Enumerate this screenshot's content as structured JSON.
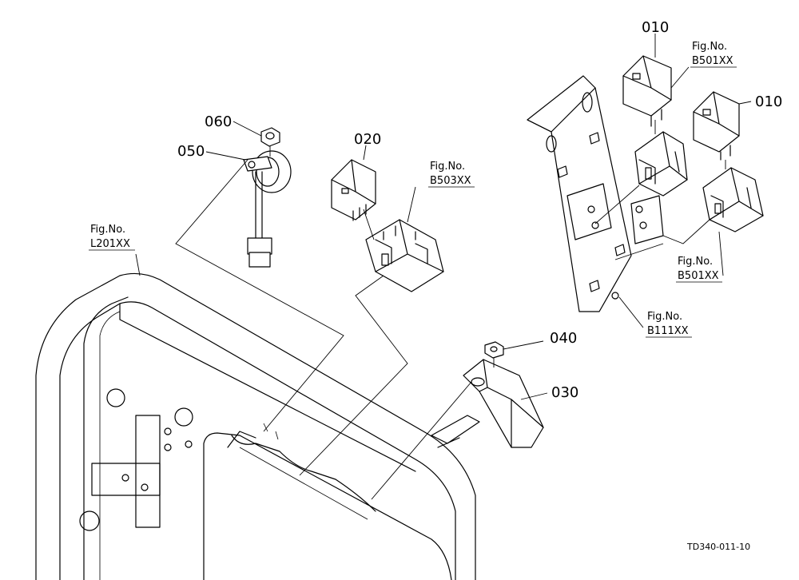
{
  "callouts": {
    "p010a": "010",
    "p010b": "010",
    "p020": "020",
    "p030": "030",
    "p040": "040",
    "p050": "050",
    "p060": "060"
  },
  "figrefs": {
    "fig_label": "Fig.No.",
    "ref_b501_top": "B501XX",
    "ref_b503": "B503XX",
    "ref_l201": "L201XX",
    "ref_b501_bottom": "B501XX",
    "ref_b111": "B111XX"
  },
  "drawing_code": "TD340-011-10"
}
